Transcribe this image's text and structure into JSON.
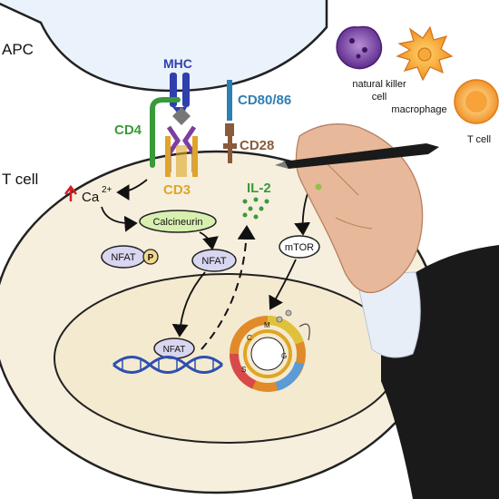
{
  "labels": {
    "apc": "APC",
    "mhc": "MHC",
    "cd4": "CD4",
    "cd80_86": "CD80/86",
    "cd28": "CD28",
    "cd3": "CD3",
    "t_cell": "T cell",
    "ca": "Ca",
    "ca_charge": "2+",
    "calcineurin": "Calcineurin",
    "nfat_p": "NFAT",
    "phosphate": "P",
    "nfat_active": "NFAT",
    "nfat_dna": "NFAT",
    "il2": "IL-2",
    "mtor": "mTOR",
    "cycle_m": "M",
    "cycle_g": "G",
    "cycle_s": "S",
    "cycle_c": "C"
  },
  "legend": {
    "nk_line1": "natural killer",
    "nk_line2": "cell",
    "macrophage": "macrophage",
    "t_cell": "T cell"
  },
  "colors": {
    "cell_fill": "#f6efdd",
    "mhc": "#2f3fae",
    "cd4": "#3a9a3a",
    "cd3": "#7b3fa0",
    "cd3_label": "#e0a526",
    "cd80": "#2e7fb4",
    "cd28": "#8a5a3a",
    "il2": "#3a9a3a",
    "calcineurin": "#d8efb0",
    "nfat": "#d9d6f0",
    "dna": "#2e4fb0",
    "up_arrow": "#d22020"
  }
}
